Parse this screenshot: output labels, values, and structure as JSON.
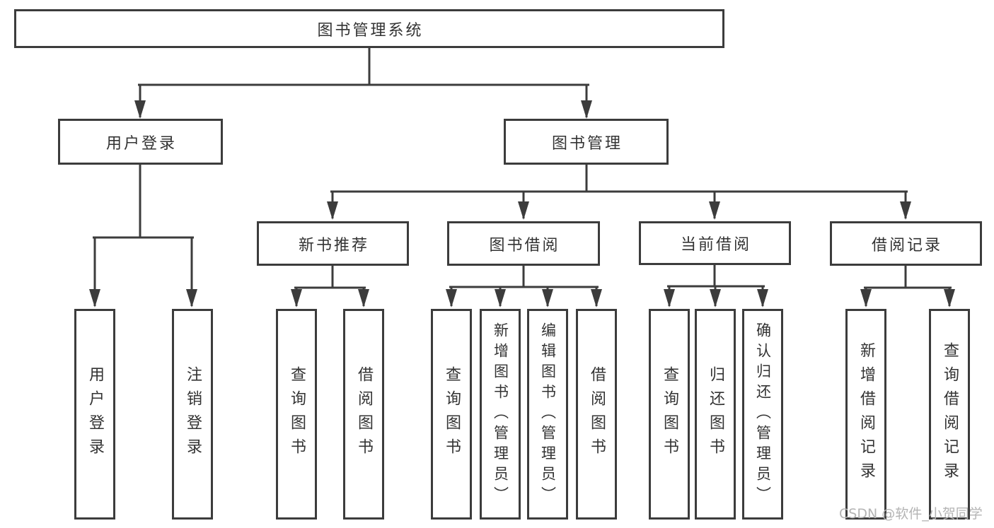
{
  "colors": {
    "line": "#3c3c3c",
    "text": "#333333",
    "watermark": "#b4b4b4",
    "background": "#ffffff"
  },
  "root": {
    "label": "图书管理系统"
  },
  "level1": {
    "user_login": {
      "label": "用户登录"
    },
    "book_management": {
      "label": "图书管理"
    }
  },
  "level2": {
    "new_book_recommend": {
      "label": "新书推荐"
    },
    "book_borrow": {
      "label": "图书借阅"
    },
    "current_borrow": {
      "label": "当前借阅"
    },
    "borrow_records": {
      "label": "借阅记录"
    }
  },
  "leaves": {
    "user_login": {
      "login": "用户登录",
      "logout": "注销登录"
    },
    "new_book_recommend": {
      "query_book": "查询图书",
      "borrow_book": "借阅图书"
    },
    "book_borrow": {
      "query_book": "查询图书",
      "add_book_admin": "新增图书（管理员）",
      "edit_book_admin": "编辑图书（管理员）",
      "borrow_book": "借阅图书"
    },
    "current_borrow": {
      "query_book": "查询图书",
      "return_book": "归还图书",
      "confirm_return_admin": "确认归还（管理员）"
    },
    "borrow_records": {
      "add_record": "新增借阅记录",
      "query_record": "查询借阅记录"
    }
  },
  "watermark": "CSDN @软件_小贺同学"
}
